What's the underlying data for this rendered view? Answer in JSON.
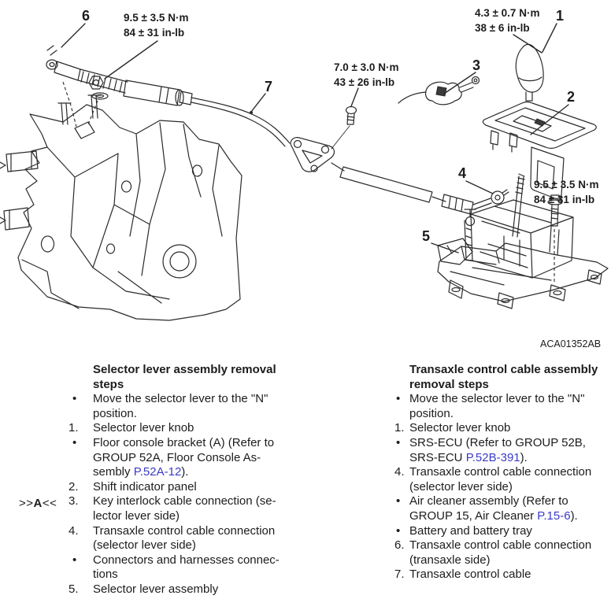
{
  "diagram": {
    "callouts": [
      "6",
      "1",
      "3",
      "2",
      "7",
      "4",
      "5"
    ],
    "torque_labels": [
      {
        "nm": "9.5 ± 3.5 N·m",
        "inlb": "84 ± 31 in-lb"
      },
      {
        "nm": "4.3 ± 0.7 N·m",
        "inlb": "38 ± 6 in-lb"
      },
      {
        "nm": "7.0 ± 3.0 N·m",
        "inlb": "43 ± 26 in-lb"
      },
      {
        "nm": "9.5 ± 3.5 N·m",
        "inlb": "84 ± 31 in-lb"
      }
    ],
    "figure_code": "ACA01352AB"
  },
  "margin_label": {
    "pre": ">>",
    "mid": "A",
    "post": "<<"
  },
  "link_color": "#3a3ac8",
  "columns": [
    {
      "id": "selector-lever",
      "title_lines": [
        "Selector lever assembly removal",
        "steps"
      ],
      "items": [
        {
          "marker": "•",
          "lines": [
            [
              "Move the selector lever to the \"N\""
            ],
            [
              "position."
            ]
          ]
        },
        {
          "marker": "1.",
          "lines": [
            [
              "Selector lever knob"
            ]
          ]
        },
        {
          "marker": "•",
          "lines": [
            [
              "Floor console bracket (A) (Refer to"
            ],
            [
              "GROUP 52A, Floor Console As-"
            ],
            [
              "sembly ",
              {
                "t": "P.52A-12",
                "link": true
              },
              ")."
            ]
          ]
        },
        {
          "marker": "2.",
          "lines": [
            [
              "Shift indicator panel"
            ]
          ]
        },
        {
          "marker": "3.",
          "lines": [
            [
              "Key interlock cable connection (se-"
            ],
            [
              "lector lever side)"
            ]
          ]
        },
        {
          "marker": "4.",
          "lines": [
            [
              "Transaxle control cable connection"
            ],
            [
              "(selector lever side)"
            ]
          ]
        },
        {
          "marker": "•",
          "lines": [
            [
              "Connectors and harnesses connec-"
            ],
            [
              "tions"
            ]
          ]
        },
        {
          "marker": "5.",
          "lines": [
            [
              "Selector lever assembly"
            ]
          ]
        }
      ]
    },
    {
      "id": "transaxle-cable",
      "title_lines": [
        "Transaxle control cable assembly",
        "removal steps"
      ],
      "items": [
        {
          "marker": "•",
          "lines": [
            [
              "Move the selector lever to the \"N\""
            ],
            [
              "position."
            ]
          ]
        },
        {
          "marker": "1.",
          "lines": [
            [
              "Selector lever knob"
            ]
          ]
        },
        {
          "marker": "•",
          "lines": [
            [
              "SRS-ECU (Refer to GROUP 52B,"
            ],
            [
              "SRS-ECU ",
              {
                "t": "P.52B-391",
                "link": true
              },
              ")."
            ]
          ]
        },
        {
          "marker": "4.",
          "lines": [
            [
              "Transaxle control cable connection"
            ],
            [
              "(selector lever side)"
            ]
          ]
        },
        {
          "marker": "•",
          "lines": [
            [
              "Air cleaner assembly (Refer to"
            ],
            [
              "GROUP 15, Air Cleaner ",
              {
                "t": "P.15-6",
                "link": true
              },
              ")."
            ]
          ]
        },
        {
          "marker": "•",
          "lines": [
            [
              "Battery and battery tray"
            ]
          ]
        },
        {
          "marker": "6.",
          "lines": [
            [
              "Transaxle control cable connection"
            ],
            [
              "(transaxle side)"
            ]
          ]
        },
        {
          "marker": "7.",
          "lines": [
            [
              "Transaxle control cable"
            ]
          ]
        }
      ]
    }
  ]
}
